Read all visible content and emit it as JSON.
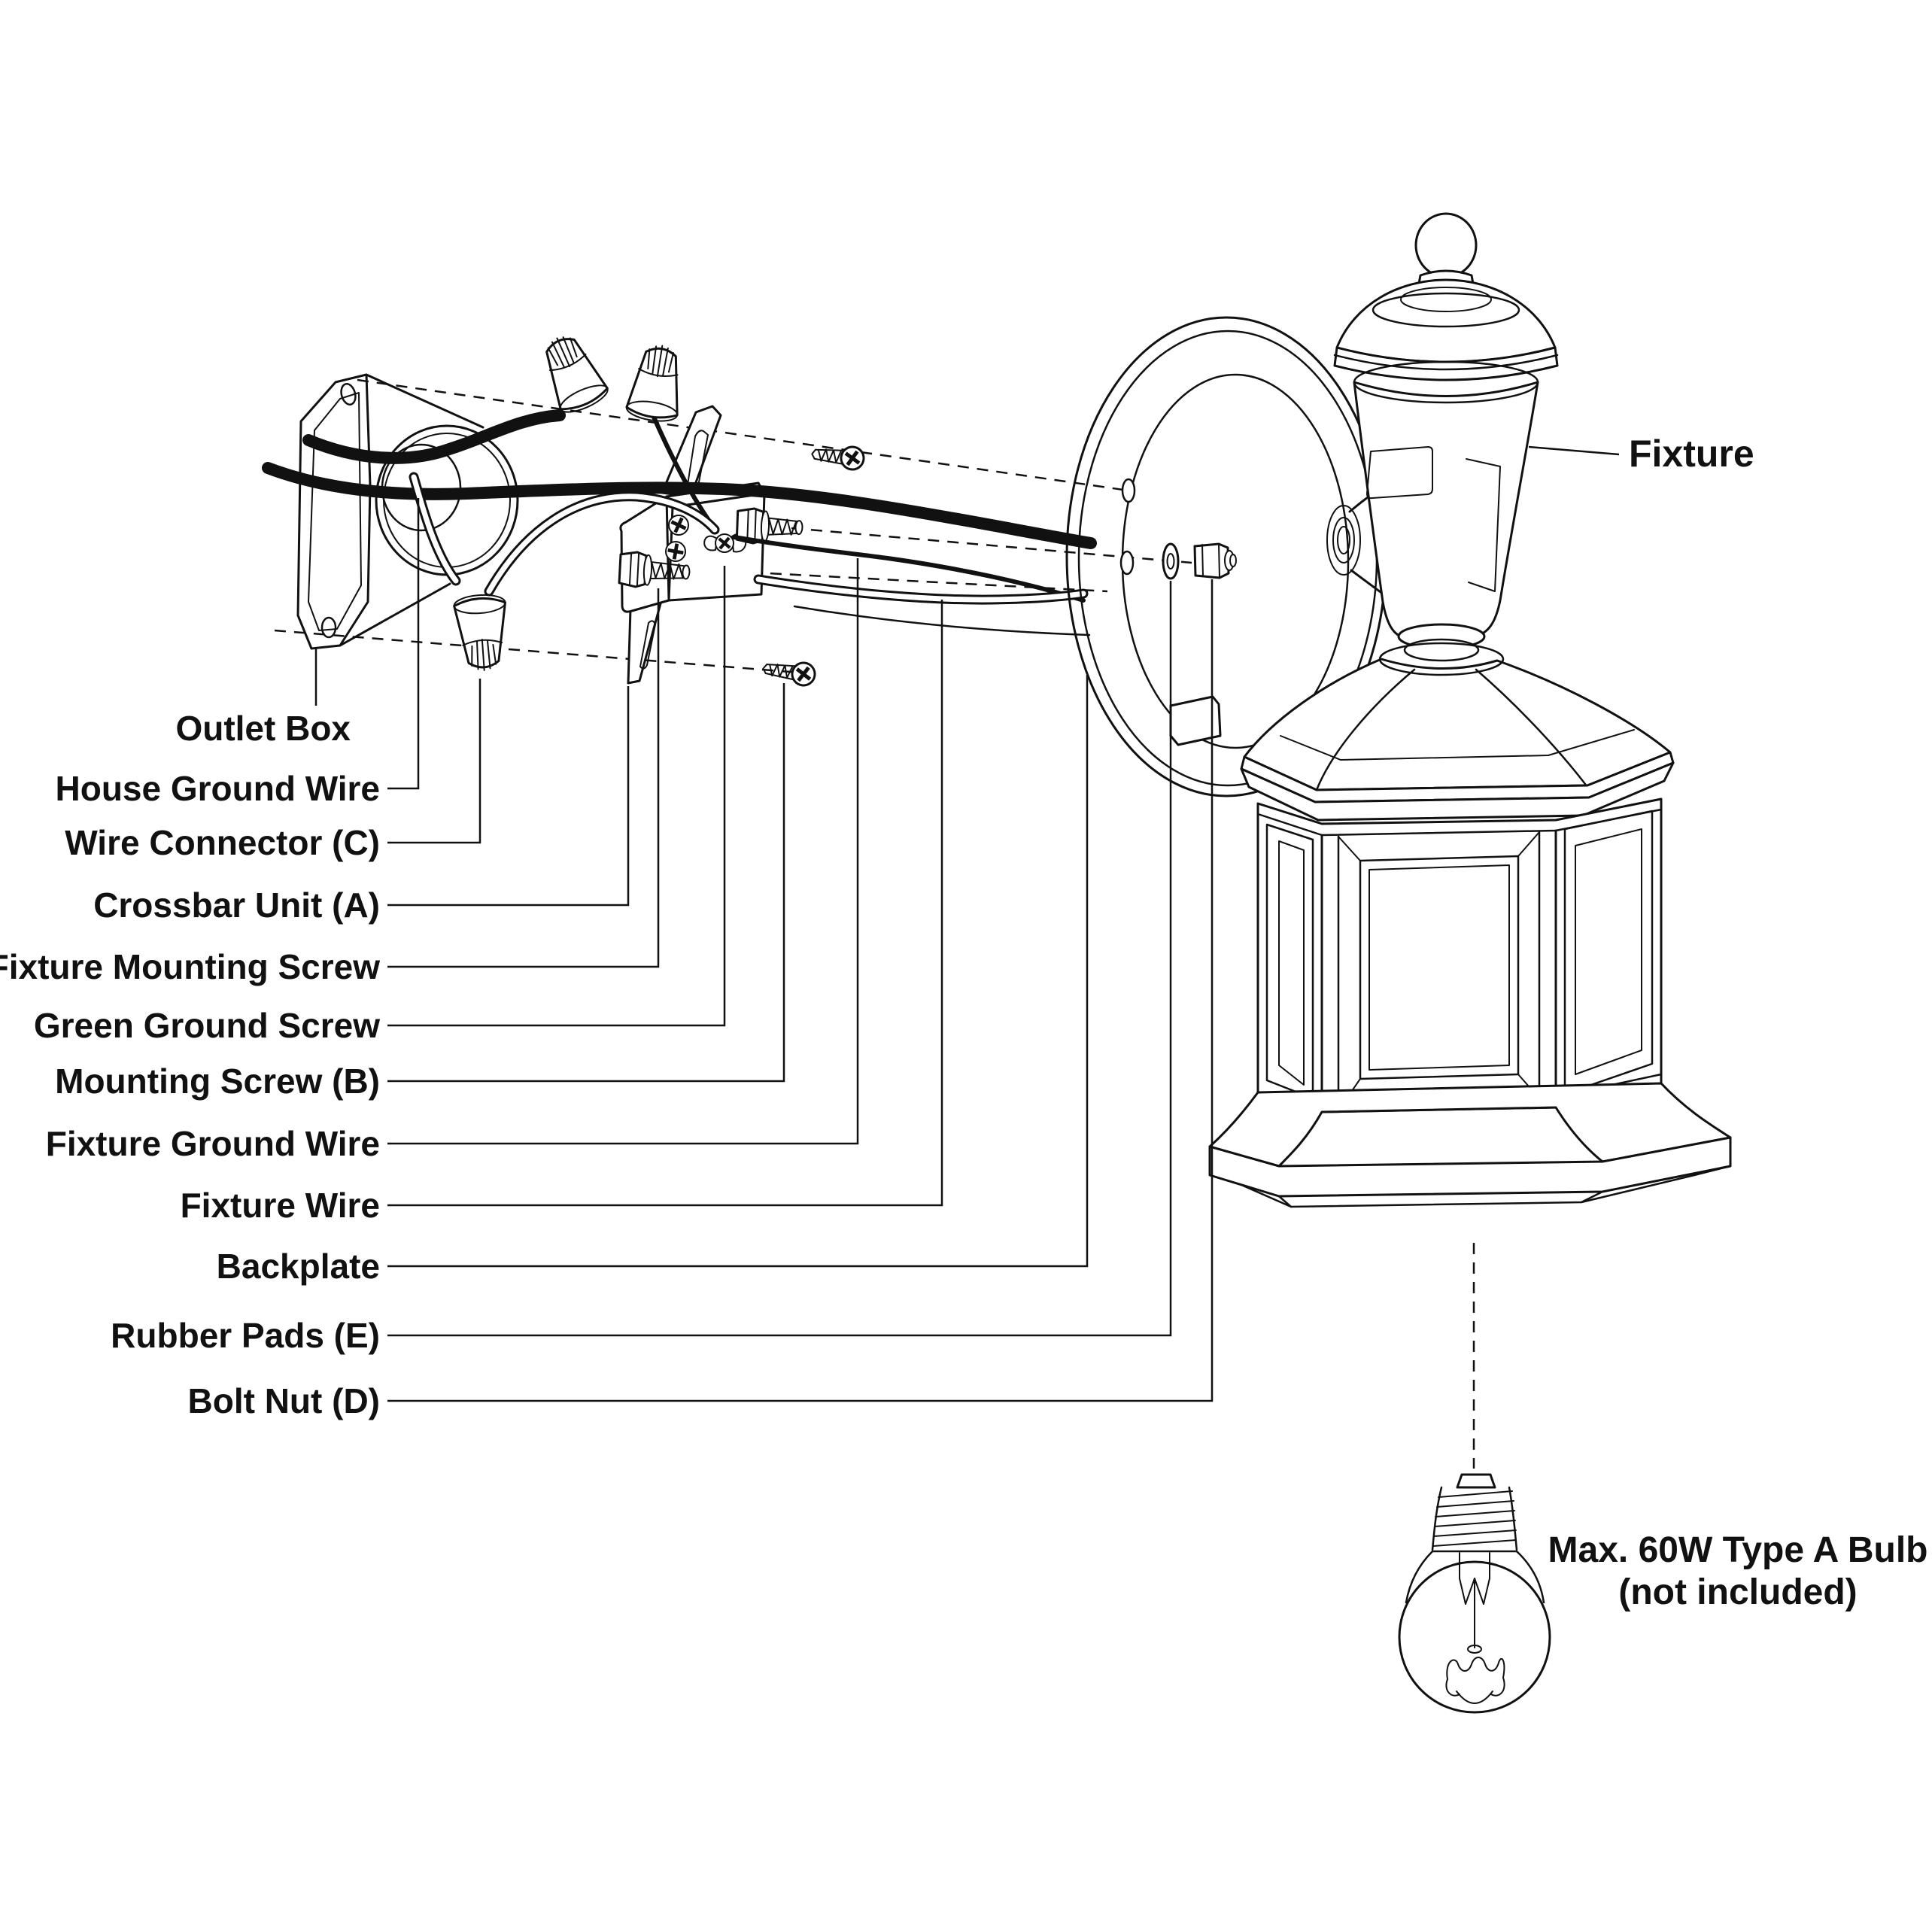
{
  "figure": {
    "kind": "exploded installation diagram",
    "subject": "Outdoor wall lantern light fixture mounting to an outlet box"
  },
  "colors": {
    "line": "#111111",
    "background": "#ffffff"
  },
  "part_labels": [
    "Outlet Box",
    "House Ground Wire",
    "Wire Connector (C)",
    "Crossbar Unit (A)",
    "Fixture Mounting Screw",
    "Green Ground Screw",
    "Mounting Screw (B)",
    "Fixture Ground Wire",
    "Fixture Wire",
    "Backplate",
    "Rubber Pads (E)",
    "Bolt Nut (D)"
  ],
  "fixture_label": "Fixture",
  "bulb_note": {
    "line1": "Max. 60W Type A Bulb",
    "line2": "(not included)"
  }
}
